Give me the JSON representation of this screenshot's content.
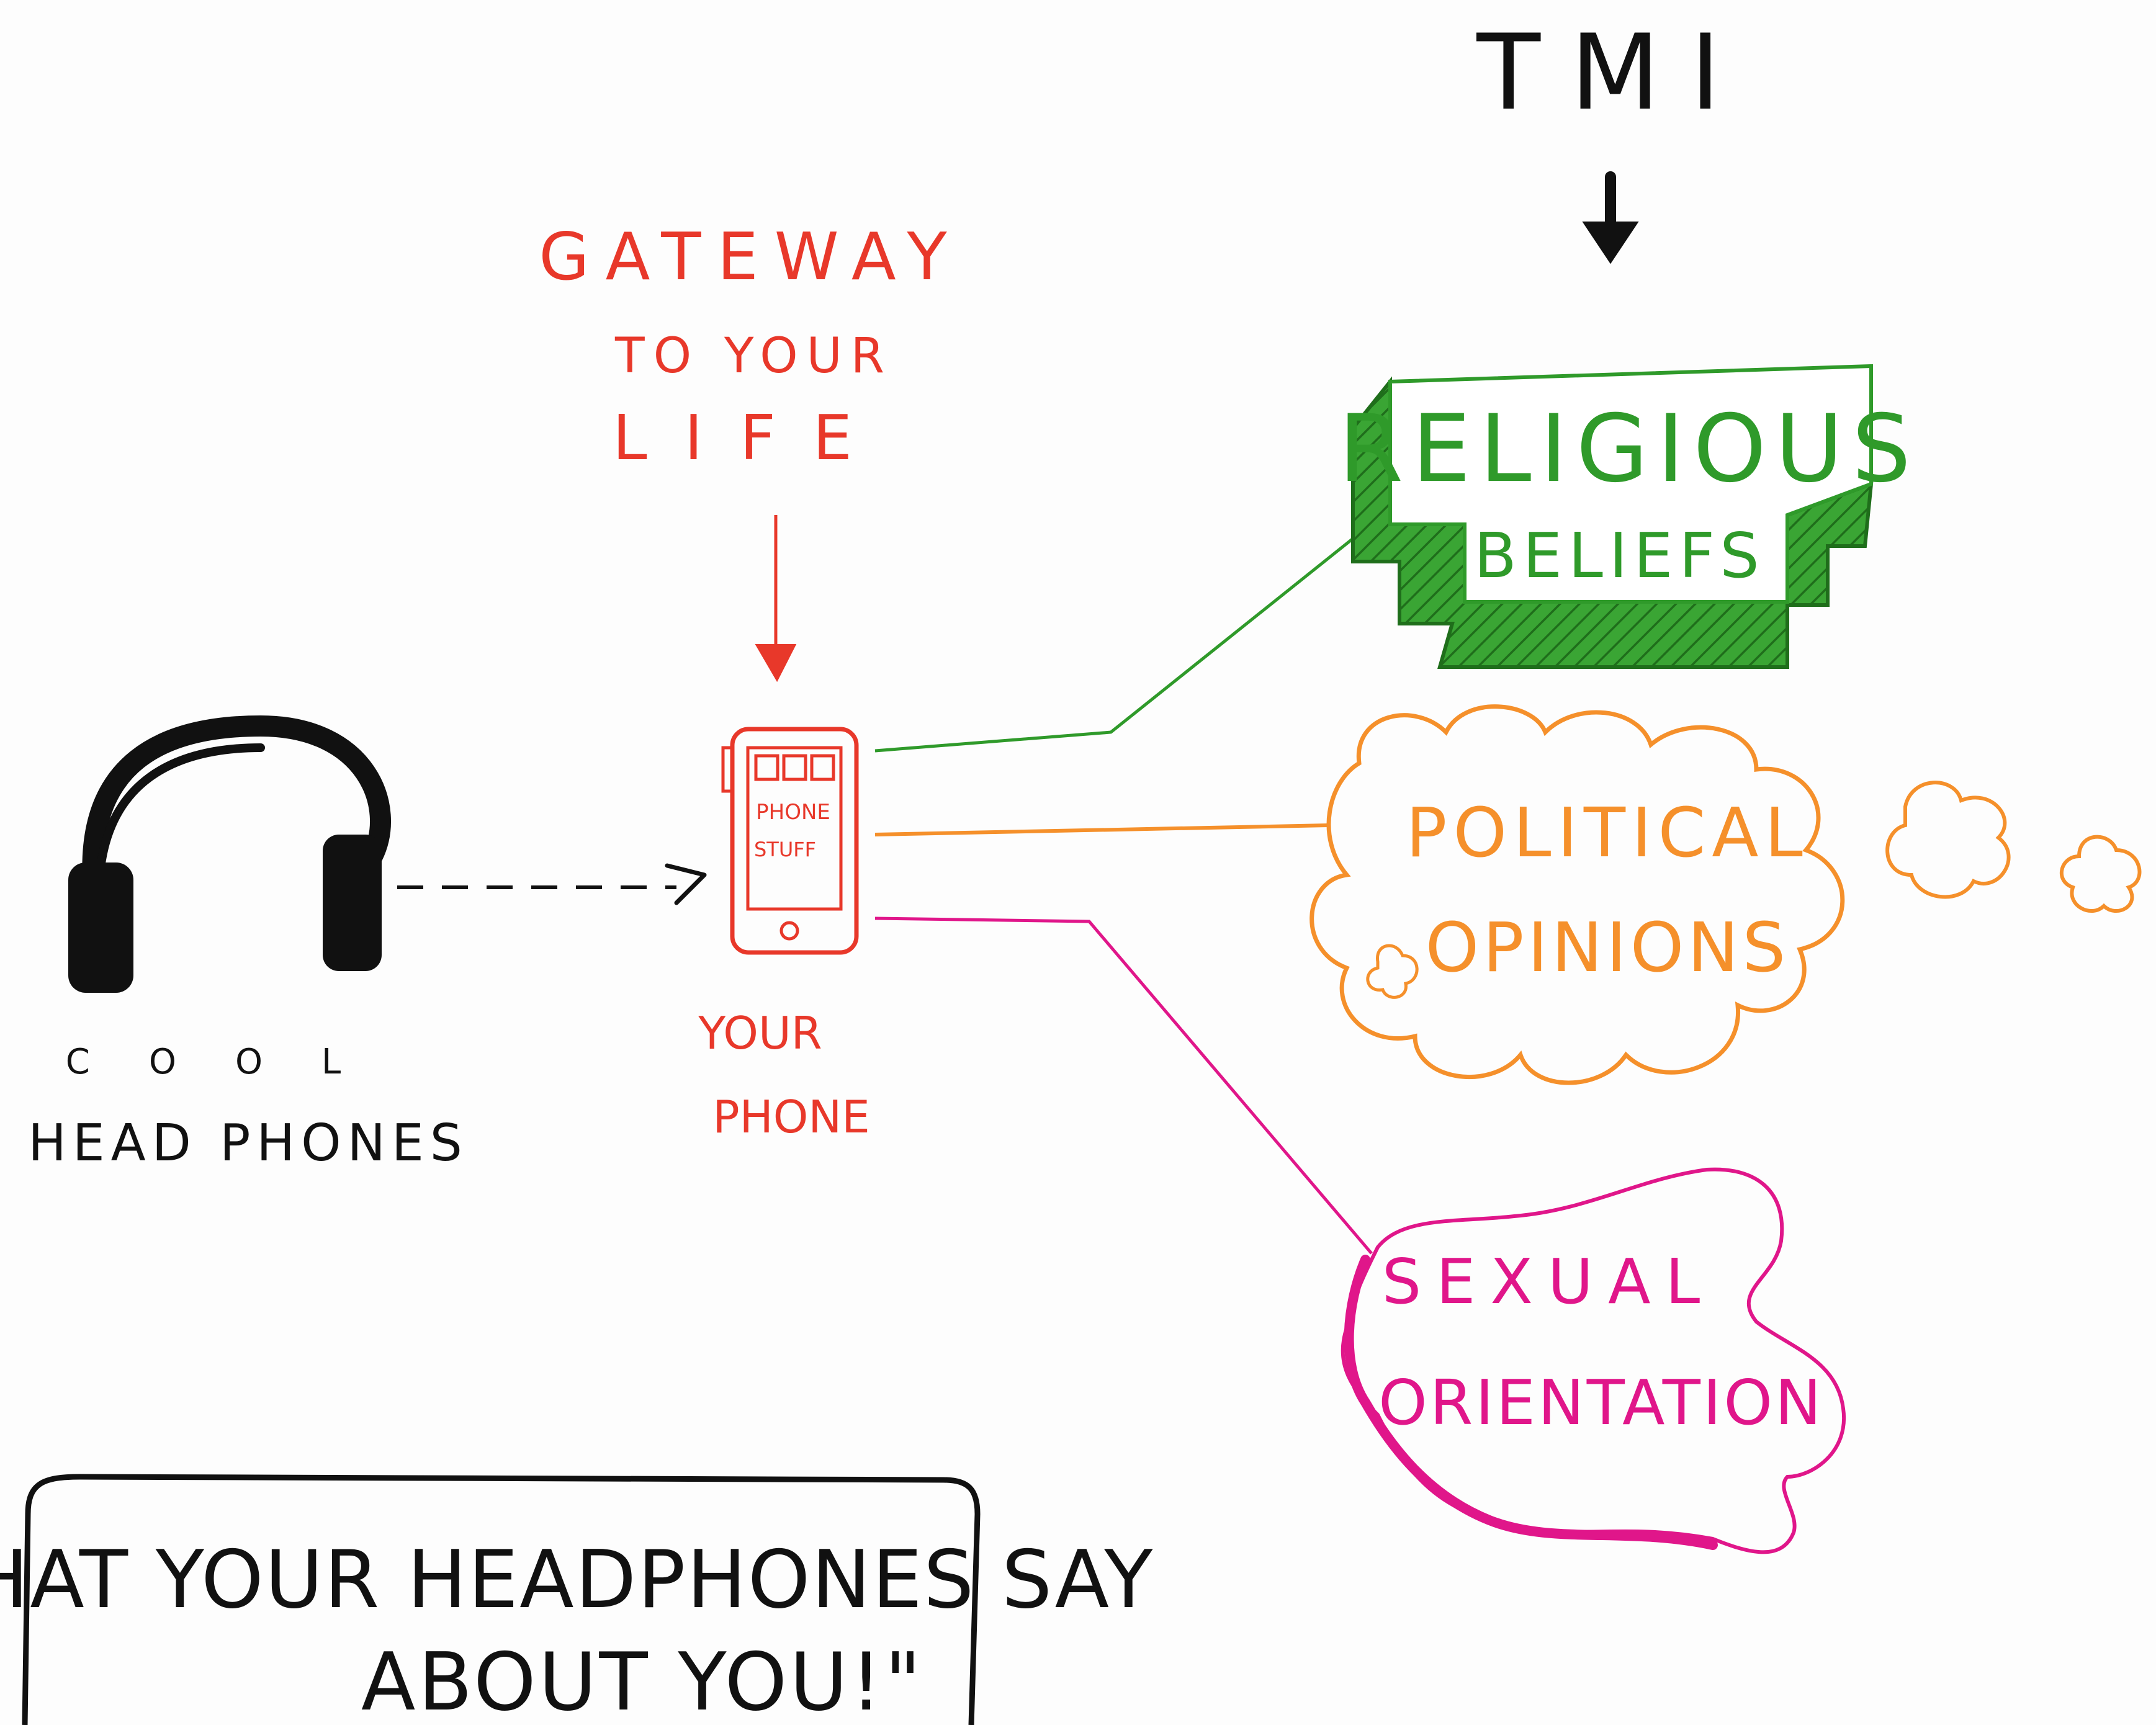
{
  "header": {
    "tmi": "TMI"
  },
  "gateway": {
    "line1": "GATEWAY",
    "line2": "TO YOUR",
    "line3": "LIFE"
  },
  "headphones": {
    "line1": "COOL",
    "line2": "HEAD PHONES"
  },
  "phone": {
    "screen_line1": "PHONE",
    "screen_line2": "STUFF",
    "label_line1": "YOUR",
    "label_line2": "PHONE"
  },
  "religious": {
    "line1": "RELIGIOUS",
    "line2": "BELIEFS"
  },
  "political": {
    "line1": "POLITICAL",
    "line2": "OPINIONS"
  },
  "sexual": {
    "line1": "SEXUAL",
    "line2": "ORIENTATION"
  },
  "quote": {
    "line1": "\"WHAT YOUR HEADPHONES SAY",
    "line2": "ABOUT YOU!\""
  },
  "colors": {
    "black": "#111111",
    "red": "#e8382a",
    "green": "#2f9a2a",
    "orange": "#f5902b",
    "magenta": "#e0168a"
  }
}
